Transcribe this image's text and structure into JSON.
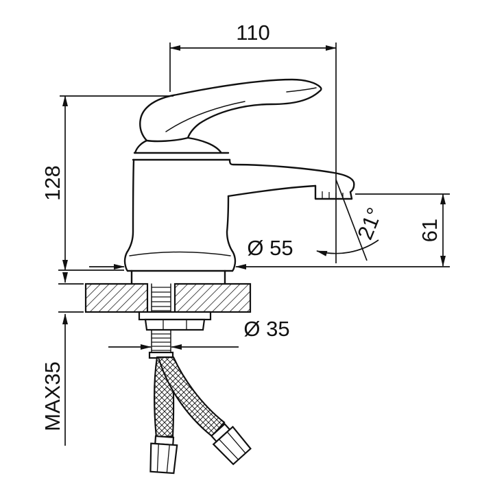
{
  "page": {
    "background": "#ffffff",
    "line_color": "#111111"
  },
  "drawing": {
    "labels": {
      "spout_reach": "110",
      "total_height": "128",
      "spout_angle": "21°",
      "outlet_height": "61",
      "body_diameter": "Ø 55",
      "mount_hole_diameter": "Ø 35",
      "max_mounting_thickness": "MAX35"
    }
  }
}
